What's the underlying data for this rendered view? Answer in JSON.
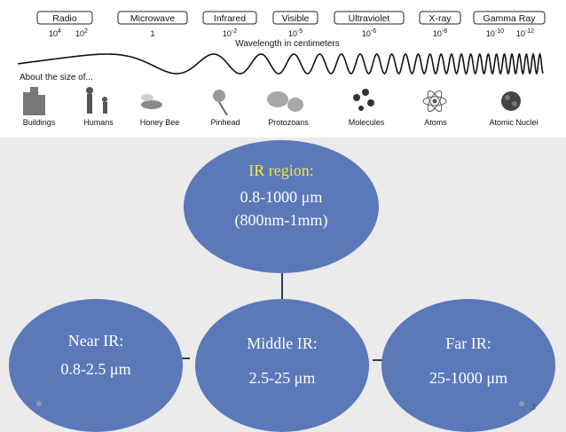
{
  "spectrum": {
    "bands": [
      {
        "label": "Radio",
        "values": [
          "10^4",
          "10^2"
        ]
      },
      {
        "label": "Microwave",
        "values": [
          "1"
        ]
      },
      {
        "label": "Infrared",
        "values": [
          "10^-2"
        ]
      },
      {
        "label": "Visible",
        "values": [
          "10^-5"
        ]
      },
      {
        "label": "Ultraviolet",
        "values": [
          "10^-6"
        ]
      },
      {
        "label": "X-ray",
        "values": [
          "10^-8"
        ]
      },
      {
        "label": "Gamma Ray",
        "values": [
          "10^-10",
          "10^-12"
        ]
      }
    ],
    "axis_caption": "Wavelength in centimeters",
    "size_caption": "About the size of...",
    "objects": [
      "Buildings",
      "Humans",
      "Honey Bee",
      "Pinhead",
      "Protozoans",
      "Molecules",
      "Atoms",
      "Atomic Nuclei"
    ]
  },
  "diagram": {
    "top": {
      "title": "IR region:",
      "range": "0.8-1000 μm",
      "range_alt": "(800nm-1mm)"
    },
    "left": {
      "title": "Near IR:",
      "range": "0.8-2.5 μm"
    },
    "middle": {
      "title": "Middle IR:",
      "range": "2.5-25 μm"
    },
    "right": {
      "title": "Far IR:",
      "range": "25-1000 μm"
    }
  },
  "colors": {
    "node_fill": "#5b78b8",
    "top_title": "#f2ea3a",
    "background": "#ebebeb"
  },
  "page_number": "3"
}
